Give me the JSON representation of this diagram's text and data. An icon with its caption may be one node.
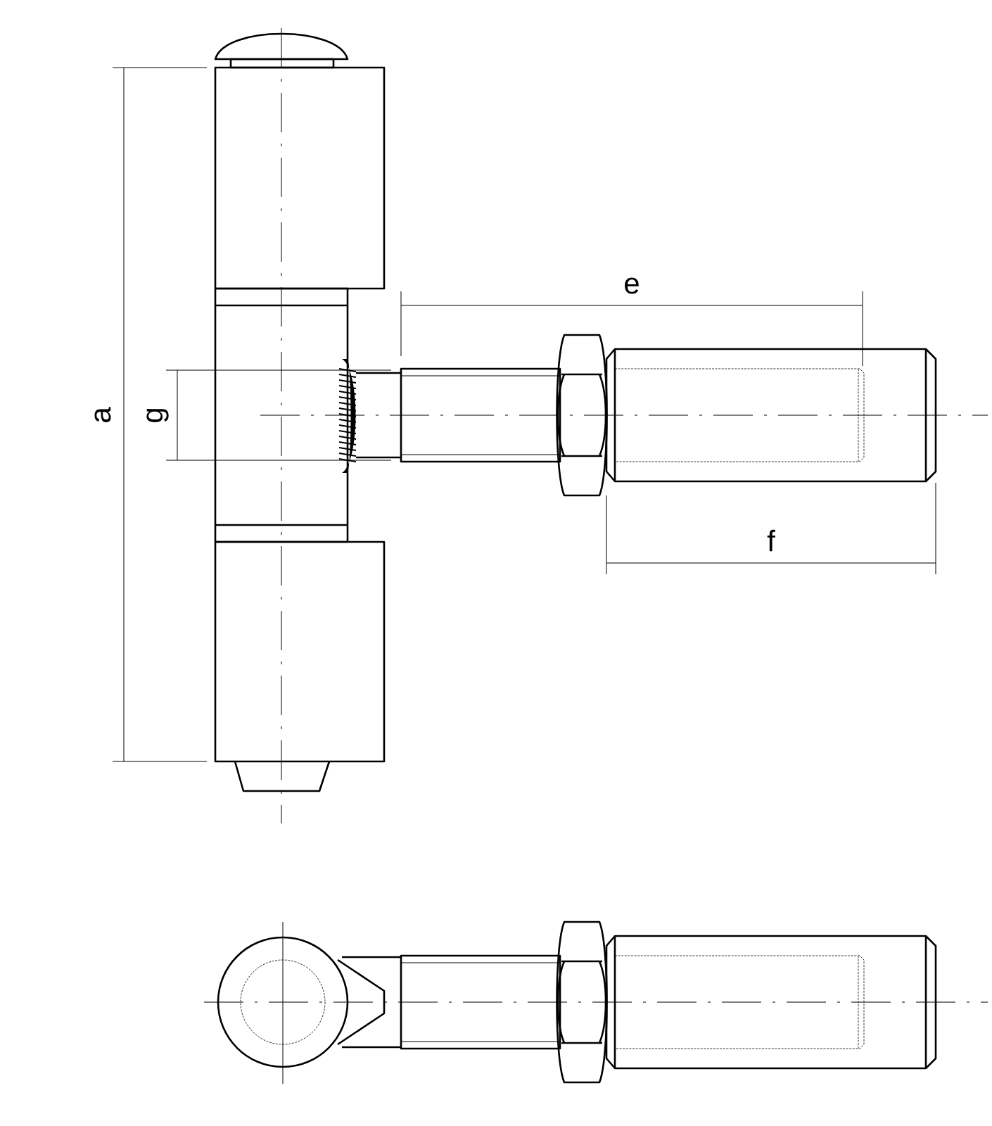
{
  "diagram": {
    "labels": [
      "e",
      "a",
      "g",
      "f"
    ]
  }
}
